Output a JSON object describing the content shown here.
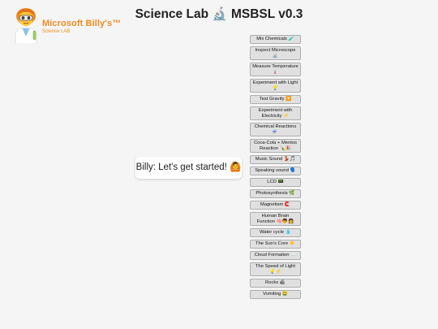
{
  "header": {
    "title": "Science Lab 🔬 MSBSL v0.3"
  },
  "logo": {
    "title": "Microsoft Billy's™",
    "subtitle": "Science LAB",
    "avatar_icon": "scientist-avatar"
  },
  "colors": {
    "brand_orange": "#f28b1f",
    "button_bg": "#e0e0e0",
    "page_bg": "#f5f5f5"
  },
  "chat": {
    "message": "Billy: Let's get started! 🙆"
  },
  "menu": {
    "items": [
      {
        "id": "mix-chemicals",
        "label": "Mix Chemicals 🧪"
      },
      {
        "id": "inspect-microscope",
        "label": "Inspect Microscope 🔬"
      },
      {
        "id": "measure-temperature",
        "label": "Measure Temperature 🌡️"
      },
      {
        "id": "experiment-light",
        "label": "Experiment with Light 💡"
      },
      {
        "id": "test-gravity",
        "label": "Test Gravity 🔽"
      },
      {
        "id": "experiment-electricity",
        "label": "Experiment with Electricity ⚡"
      },
      {
        "id": "chemical-reactions",
        "label": "Chemical Reactions ⚗️"
      },
      {
        "id": "coca-cola-mentos",
        "label": "Coca-Cola + Mentos Reaction 🍾🎉"
      },
      {
        "id": "music-sound",
        "label": "Music Sound 💃🎵"
      },
      {
        "id": "speaking-sound",
        "label": "Speaking sound 🗣️"
      },
      {
        "id": "lcd",
        "label": "LCD 📟"
      },
      {
        "id": "photosynthesis",
        "label": "Photosynthesis 🌿"
      },
      {
        "id": "magnetism",
        "label": "Magnetism 🧲"
      },
      {
        "id": "human-brain",
        "label": "Human Brain Function 🧠👦👩"
      },
      {
        "id": "water-cycle",
        "label": "Water cycle 💧"
      },
      {
        "id": "suns-core",
        "label": "The Sun's Core ☀️"
      },
      {
        "id": "cloud-formation",
        "label": "Cloud Formation ☁️"
      },
      {
        "id": "speed-of-light",
        "label": "The Speed of Light 💡⚡"
      },
      {
        "id": "rocks",
        "label": "Rocks 🪨"
      },
      {
        "id": "vomiting",
        "label": "Vomiting 🤮"
      }
    ]
  }
}
